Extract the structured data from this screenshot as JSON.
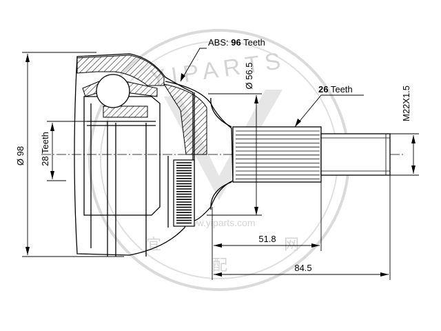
{
  "labels": {
    "abs_prefix": "ABS: ",
    "abs_count": "96",
    "abs_suffix": " Teeth",
    "outer_spline_count": "26",
    "outer_spline_suffix": " Teeth",
    "outer_diameter": "Ø 98",
    "inner_spline": "28 Teeth",
    "seal_diameter": "Ø 56.5",
    "thread": "M22X1.5",
    "length_spline": "51.8",
    "length_total": "84.5"
  },
  "watermark": {
    "text": "YIPARTS",
    "url": "www.yiparts.com",
    "cjk_left": "宜",
    "cjk_mid": "配",
    "cjk_right": "网"
  },
  "colors": {
    "line": "#000000",
    "watermark": "#cfcfcf",
    "background": "#ffffff"
  }
}
